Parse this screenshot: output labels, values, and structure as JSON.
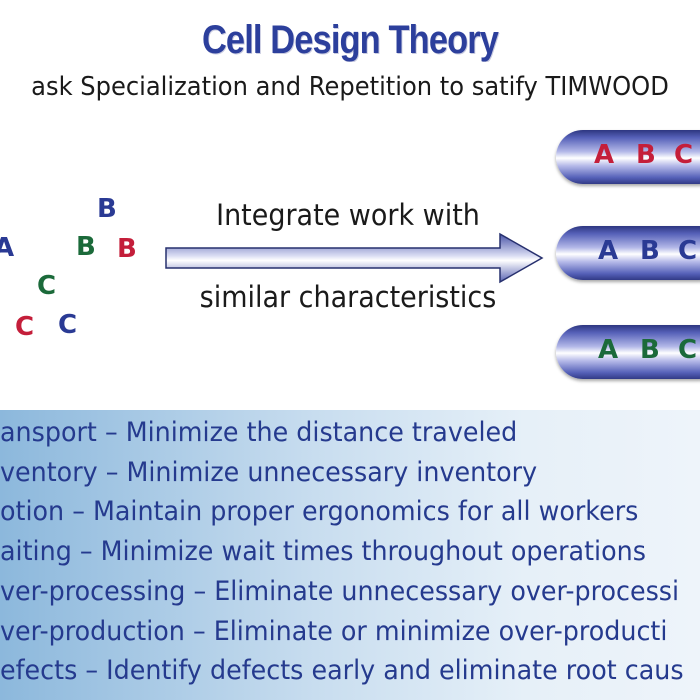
{
  "title": "Cell Design Theory",
  "subtitle": "ask Specialization and Repetition to satify TIMWOOD",
  "arrow": {
    "label_top": "Integrate work with",
    "label_bottom": "similar characteristics"
  },
  "colors": {
    "title": "#2c3f9c",
    "red": "#c41e3a",
    "blue": "#2a3a94",
    "green": "#1b6a3a",
    "waste_text": "#253a8e"
  },
  "scattered_letters": [
    {
      "text": "B",
      "color": "blue"
    },
    {
      "text": "A",
      "color": "blue"
    },
    {
      "text": "B",
      "color": "green"
    },
    {
      "text": "B",
      "color": "red"
    },
    {
      "text": "C",
      "color": "green"
    },
    {
      "text": "C",
      "color": "red"
    },
    {
      "text": "C",
      "color": "blue"
    }
  ],
  "cells": [
    {
      "letters": [
        "A",
        "B",
        "C"
      ],
      "color": "red"
    },
    {
      "letters": [
        "A",
        "B",
        "C"
      ],
      "color": "blue"
    },
    {
      "letters": [
        "A",
        "B",
        "C"
      ],
      "color": "green"
    }
  ],
  "wastes": [
    "ansport – Minimize the distance traveled",
    "ventory – Minimize unnecessary inventory",
    "otion – Maintain proper ergonomics for all workers",
    "aiting – Minimize wait times throughout operations",
    "ver-processing – Eliminate unnecessary over-processi",
    "ver-production – Eliminate or minimize over-producti",
    "efects – Identify defects early and eliminate root caus"
  ]
}
